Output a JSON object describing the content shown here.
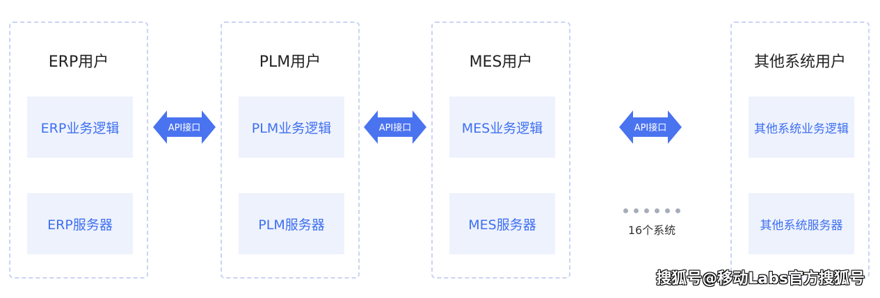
{
  "systems": [
    {
      "title": "ERP用户",
      "logic": "ERP业务逻辑",
      "server": "ERP服务器"
    },
    {
      "title": "PLM用户",
      "logic": "PLM业务逻辑",
      "server": "PLM服务器"
    },
    {
      "title": "MES用户",
      "logic": "MES业务逻辑",
      "server": "MES服务器"
    },
    {
      "title": "其他系统用户",
      "logic": "其他系统业务逻辑",
      "server": "其他系统服务器"
    }
  ],
  "interfaces": [
    {
      "label": "API接口"
    },
    {
      "label": "API接口"
    },
    {
      "label": "API接口"
    }
  ],
  "more_systems": "16个系统",
  "watermark": "搜狐号@移动Labs官方搜狐号",
  "colors": {
    "accent": "#4a73f0",
    "box_fill": "#eef2fd",
    "box_text": "#3d6ff0",
    "dashed_border": "#c9d4f3"
  }
}
